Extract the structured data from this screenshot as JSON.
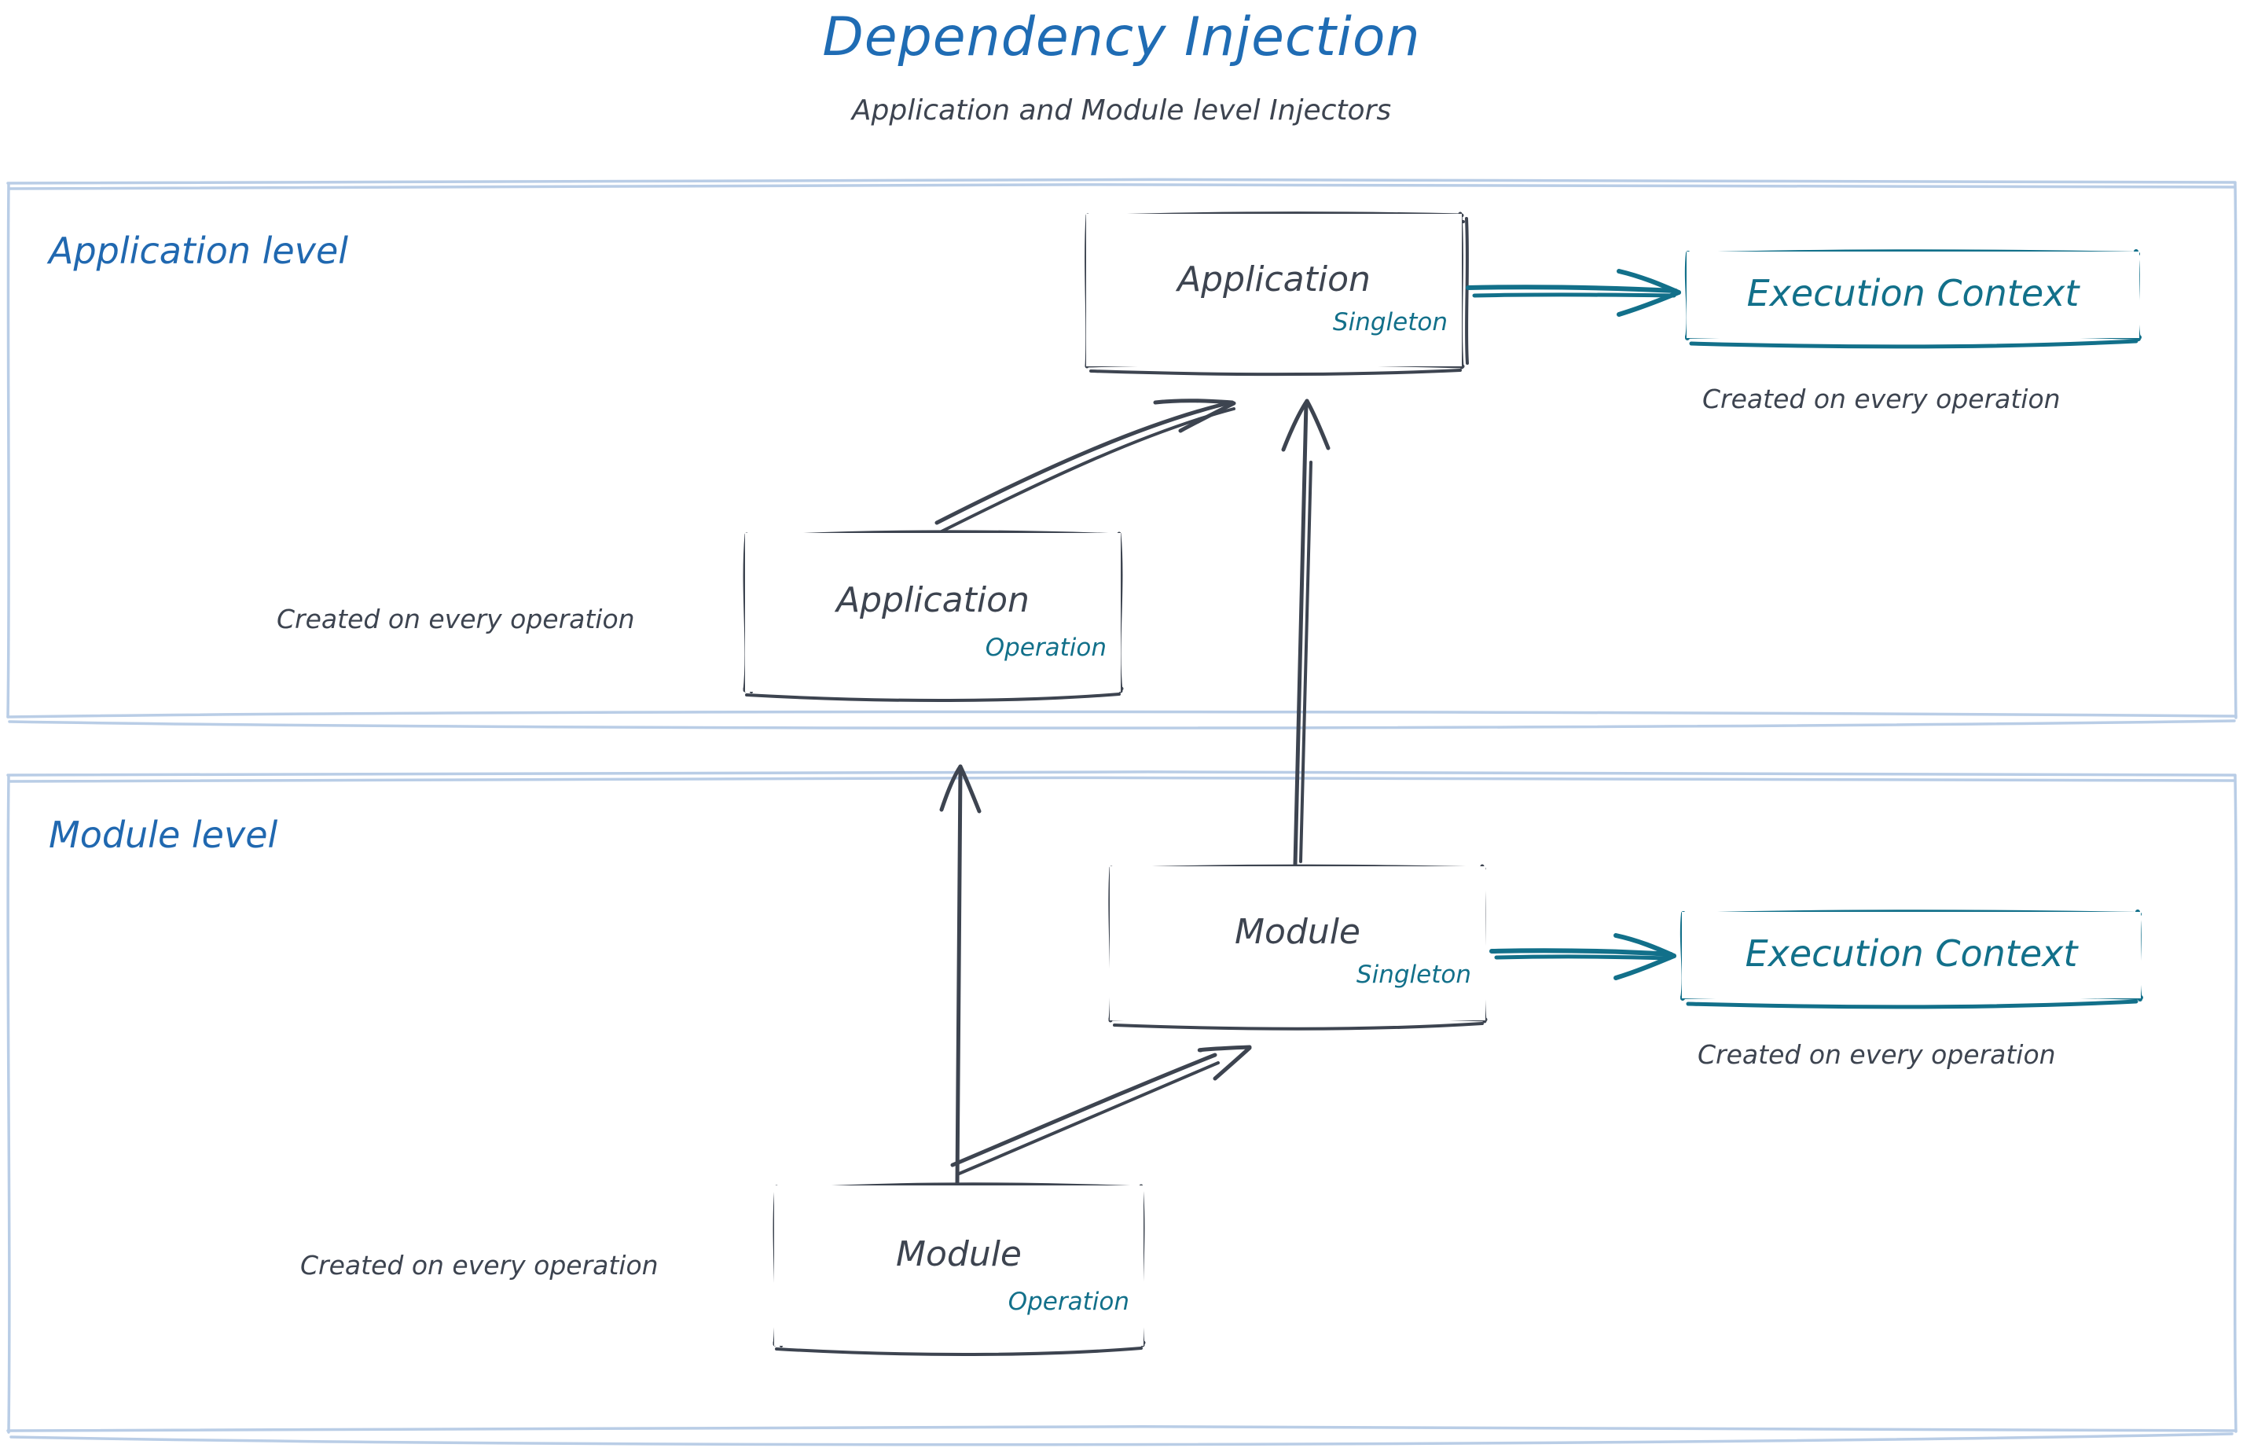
{
  "header": {
    "title": "Dependency Injection",
    "subtitle": "Application and Module level Injectors"
  },
  "colors": {
    "title_blue": "#1f6cb4",
    "level_label_blue": "#2068b0",
    "ink_dark": "#3d4450",
    "teal": "#12708a",
    "container_border": "#b9cde6",
    "background": "#ffffff"
  },
  "containers": [
    {
      "id": "application-level",
      "label": "Application level"
    },
    {
      "id": "module-level",
      "label": "Module level"
    }
  ],
  "nodes": [
    {
      "id": "app-singleton",
      "label": "Application",
      "scope": "Singleton",
      "style": "dark-box"
    },
    {
      "id": "app-operation",
      "label": "Application",
      "scope": "Operation",
      "style": "dark-box"
    },
    {
      "id": "module-singleton",
      "label": "Module",
      "scope": "Singleton",
      "style": "dark-box"
    },
    {
      "id": "module-operation",
      "label": "Module",
      "scope": "Operation",
      "style": "dark-box"
    },
    {
      "id": "exec-ctx-app",
      "label": "Execution Context",
      "scope": "",
      "style": "teal-box"
    },
    {
      "id": "exec-ctx-mod",
      "label": "Execution Context",
      "scope": "",
      "style": "teal-box"
    }
  ],
  "captions": {
    "exec_ctx_app": "Created on every operation",
    "exec_ctx_module": "Created on every operation",
    "app_operation": "Created on every operation",
    "module_operation": "Created on every operation"
  },
  "edges": [
    {
      "id": "app-op-to-app-singleton",
      "from": "app-operation",
      "to": "app-singleton",
      "color": "#3d4450",
      "kind": "sketch-arrow"
    },
    {
      "id": "app-singleton-to-exec-ctx",
      "from": "app-singleton",
      "to": "exec-ctx-app",
      "color": "#12708a",
      "kind": "sketch-arrow"
    },
    {
      "id": "module-singleton-to-app-singleton",
      "from": "module-singleton",
      "to": "app-singleton",
      "color": "#3d4450",
      "kind": "sketch-arrow"
    },
    {
      "id": "module-op-to-module-singleton",
      "from": "module-operation",
      "to": "module-singleton",
      "color": "#3d4450",
      "kind": "sketch-arrow"
    },
    {
      "id": "module-op-to-app-operation",
      "from": "module-operation",
      "to": "app-operation",
      "color": "#3d4450",
      "kind": "sketch-arrow"
    },
    {
      "id": "module-singleton-to-exec-ctx",
      "from": "module-singleton",
      "to": "exec-ctx-mod",
      "color": "#12708a",
      "kind": "sketch-arrow"
    }
  ]
}
